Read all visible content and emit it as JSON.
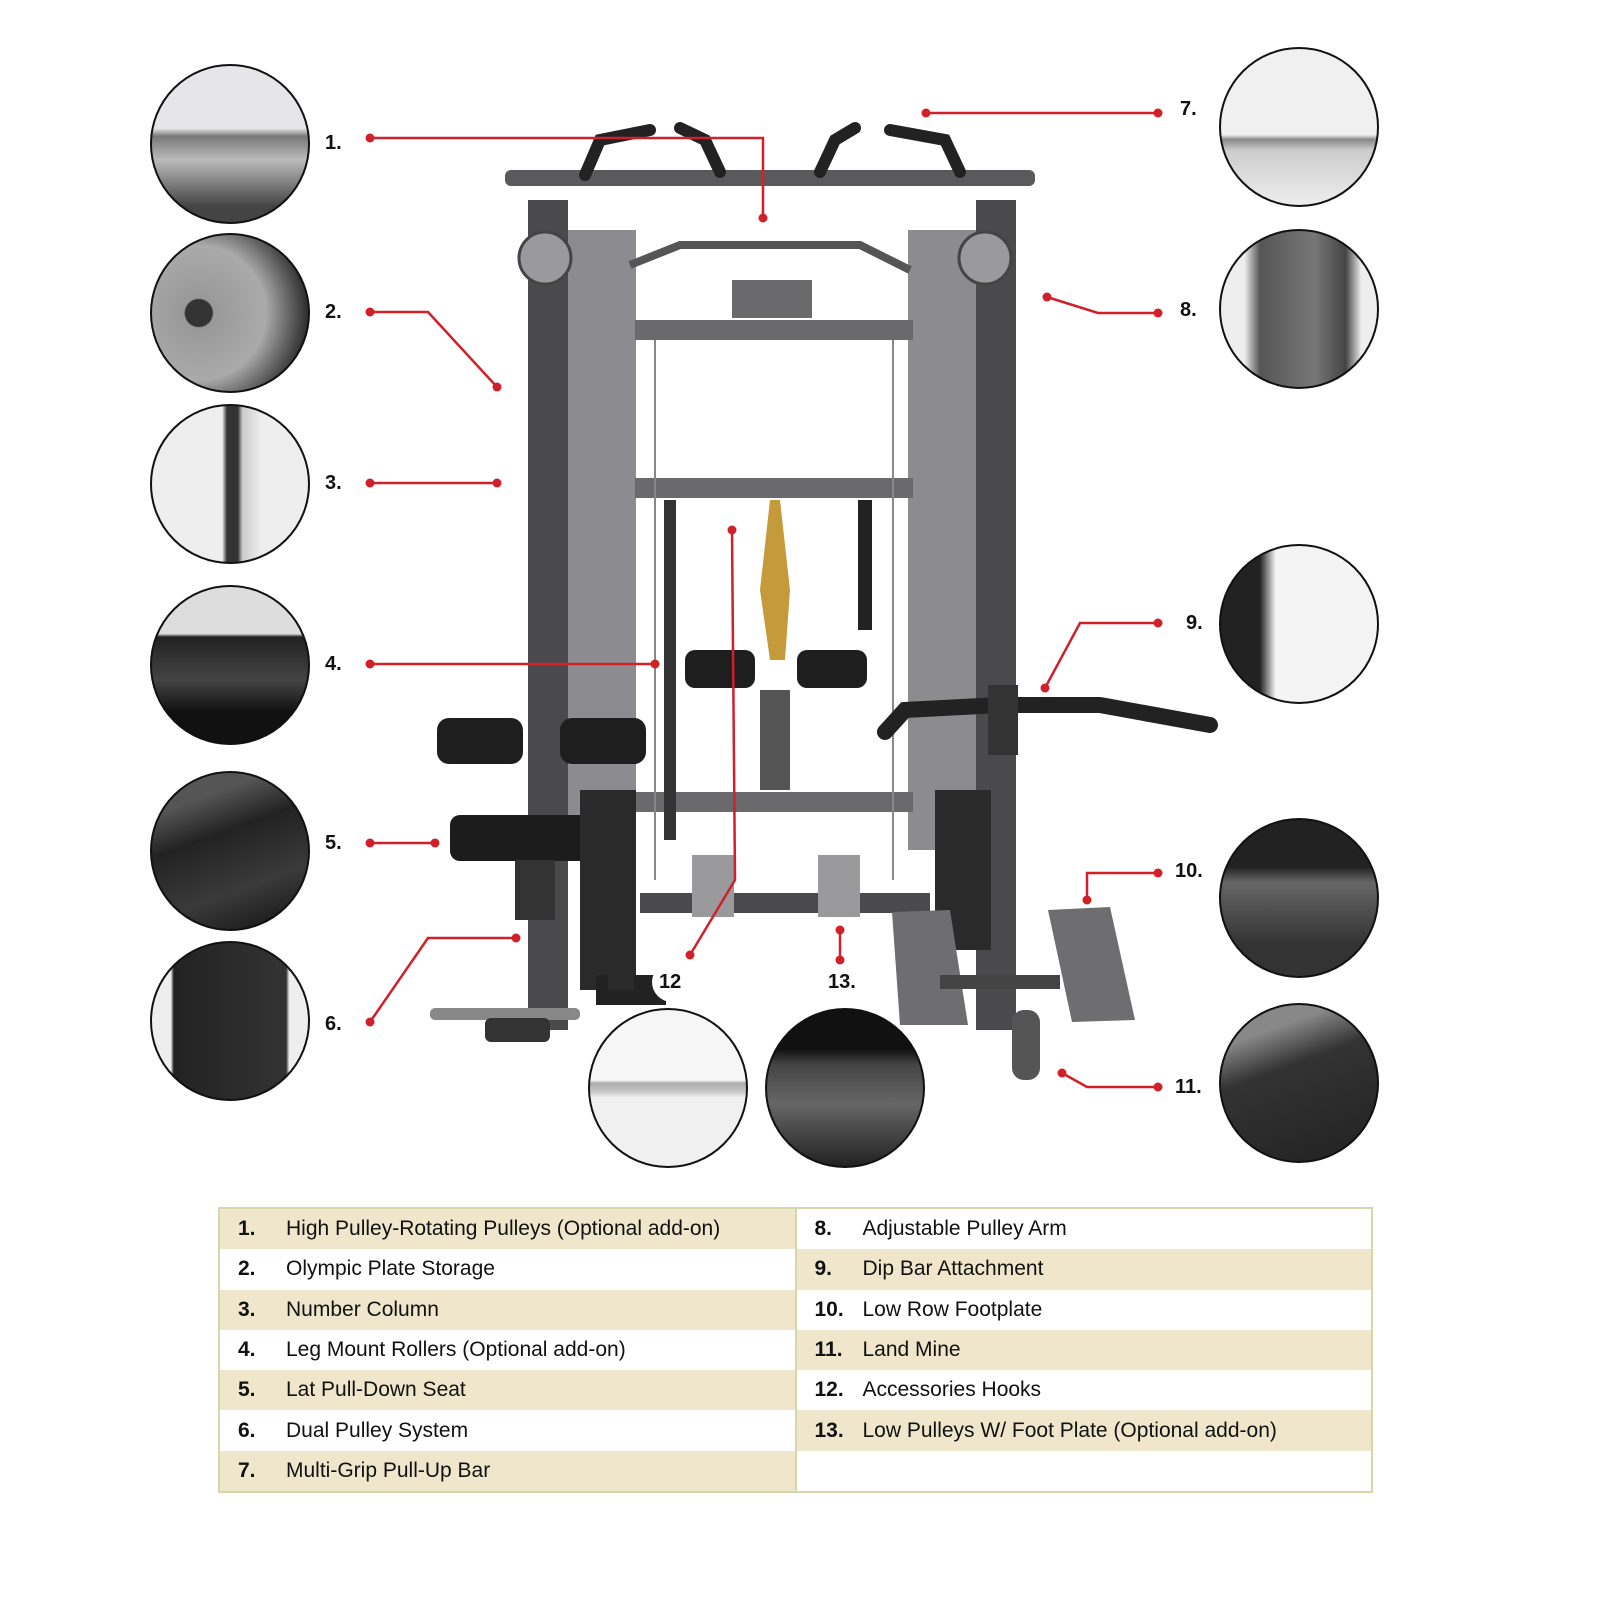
{
  "callouts": [
    "1.",
    "2.",
    "3.",
    "4.",
    "5.",
    "6.",
    "7.",
    "8.",
    "9.",
    "10.",
    "11.",
    "12",
    "13."
  ],
  "legend": {
    "left": [
      {
        "num": "1.",
        "label": "High Pulley-Rotating Pulleys (Optional add-on)"
      },
      {
        "num": "2.",
        "label": "Olympic Plate Storage"
      },
      {
        "num": "3.",
        "label": "Number Column"
      },
      {
        "num": "4.",
        "label": "Leg Mount Rollers (Optional add-on)"
      },
      {
        "num": "5.",
        "label": "Lat Pull-Down Seat"
      },
      {
        "num": "6.",
        "label": "Dual Pulley System"
      },
      {
        "num": "7.",
        "label": "Multi-Grip Pull-Up Bar"
      }
    ],
    "right": [
      {
        "num": "8.",
        "label": "Adjustable Pulley Arm"
      },
      {
        "num": "9.",
        "label": "Dip Bar Attachment"
      },
      {
        "num": "10.",
        "label": "Low Row Footplate"
      },
      {
        "num": "11.",
        "label": "Land Mine"
      },
      {
        "num": "12.",
        "label": "Accessories Hooks"
      },
      {
        "num": "13.",
        "label": "Low Pulleys W/ Foot Plate (Optional add-on)"
      }
    ]
  },
  "colors": {
    "leader": "#d0202a",
    "shade": "#efe6cc",
    "border": "#d6d6ac",
    "frame": "#5a5a5c"
  }
}
